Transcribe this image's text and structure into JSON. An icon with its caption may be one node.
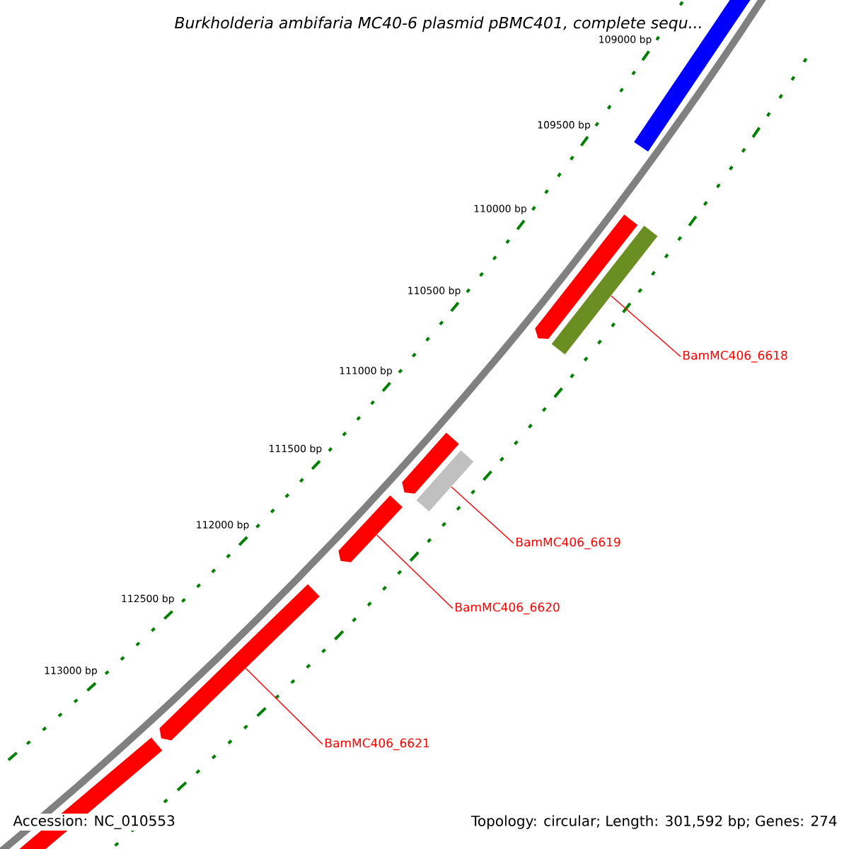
{
  "diagram": {
    "title": "*Burkholderia ambifaria* MC40-6 plasmid pBMC401, complete sequ...",
    "nodes": [
      {
        "text": [],
        "shape": "bar"
      },
      {
        "text": [],
        "shape": "arrow"
      },
      {
        "text": [],
        "shape": "bar"
      },
      {
        "text": [
          "BamMC406_6618"
        ]
      },
      {
        "text": [],
        "shape": "arrow"
      },
      {
        "text": [],
        "shape": "bar"
      },
      {
        "text": [
          "BamMC406_6619"
        ]
      },
      {
        "text": [],
        "shape": "arrow"
      },
      {
        "text": [
          "BamMC406_6620"
        ]
      },
      {
        "text": [],
        "shape": "arrow"
      },
      {
        "text": [
          "BamMC406_6621"
        ]
      },
      {
        "text": [],
        "shape": "bar"
      }
    ],
    "edges": [
      {
        "from": 3,
        "to": 2,
        "arrow": "none"
      },
      {
        "from": 6,
        "to": 5,
        "arrow": "none"
      },
      {
        "from": 8,
        "to": 7,
        "arrow": "none"
      },
      {
        "from": 10,
        "to": 9,
        "arrow": "none"
      }
    ],
    "labels": [
      "109000 bp",
      "109500 bp",
      "110000 bp",
      "110500 bp",
      "111000 bp",
      "111500 bp",
      "112000 bp",
      "112500 bp",
      "113000 bp",
      "Accession: NC_010553",
      "Topology: circular; Length: 301,592 bp; Genes: 274"
    ]
  }
}
